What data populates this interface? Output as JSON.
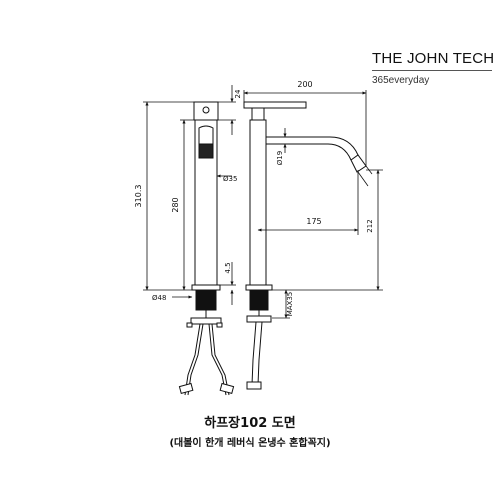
{
  "brand": {
    "name": "THE JOHN TECH",
    "tagline": "365everyday"
  },
  "dimensions": {
    "total_height": "310.3",
    "body_height": "280",
    "top_offset": "24",
    "spout_width": "200",
    "spout_reach": "175",
    "spout_height": "212",
    "base_gap": "4.5",
    "counter_max": "MAX35",
    "body_diameter": "Ø35",
    "spout_diameter": "Ø19",
    "base_diameter": "Ø48"
  },
  "caption": {
    "title": "하프장102 도면",
    "subtitle": "(대볼이 한개 레버식 온냉수 혼합꼭지)"
  }
}
